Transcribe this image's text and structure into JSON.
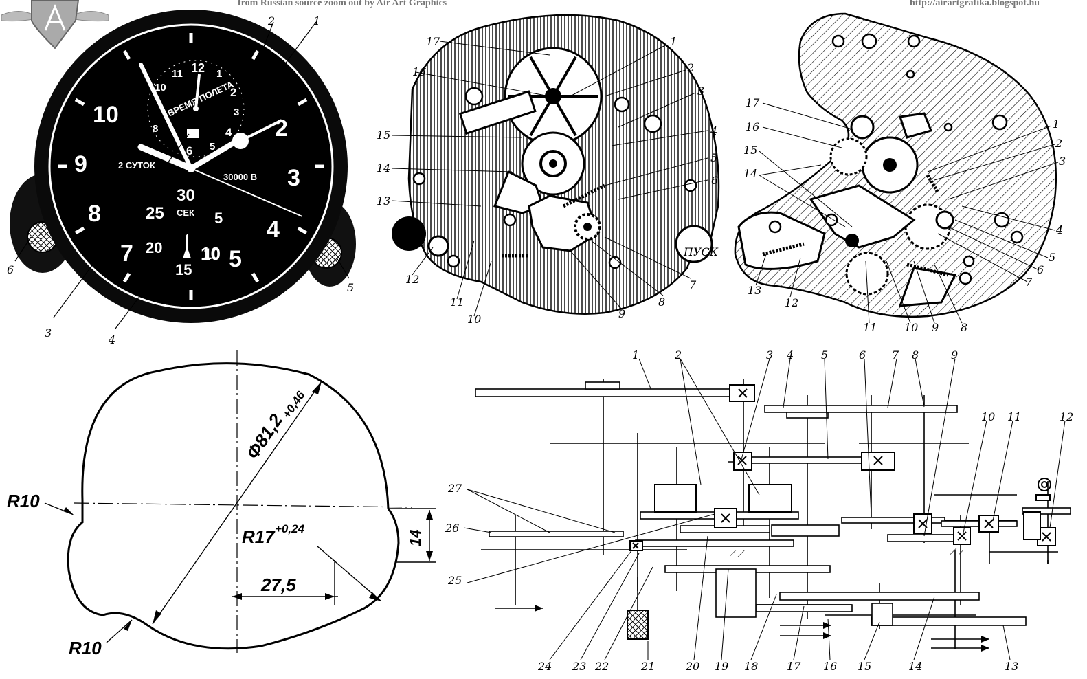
{
  "header": {
    "source_note": "from Russian source zoom out by Air Art Graphics",
    "url": "http://airartgrafika.blogspot.hu"
  },
  "clock_face": {
    "hour_numerals": [
      "9",
      "10",
      "2",
      "3",
      "4",
      "8",
      "7"
    ],
    "big_hand_values": [
      "10",
      "5"
    ],
    "top_subdial_numerals": [
      "12",
      "11",
      "10",
      "1",
      "2",
      "3",
      "4",
      "5",
      "6",
      "8"
    ],
    "top_subdial_caption": "ВРЕМЯ ПОЛЕТА",
    "days_caption": "2 СУТОК",
    "odometer": "30000 В",
    "bottom_subdial_numerals": [
      "30",
      "25",
      "5",
      "20",
      "10",
      "15"
    ],
    "bottom_subdial_caption": "СЕК",
    "callouts": [
      "1",
      "2",
      "3",
      "4",
      "5",
      "6"
    ]
  },
  "mechanism_front": {
    "callouts": [
      "1",
      "2",
      "3",
      "4",
      "5",
      "6",
      "7",
      "8",
      "9",
      "10",
      "11",
      "12",
      "13",
      "14",
      "15",
      "16",
      "17"
    ],
    "button_label": "ПУСК"
  },
  "mechanism_back": {
    "callouts": [
      "1",
      "2",
      "3",
      "4",
      "5",
      "6",
      "7",
      "8",
      "9",
      "10",
      "11",
      "12",
      "13",
      "14",
      "15",
      "16",
      "17"
    ]
  },
  "outline_drawing": {
    "diameter_label": "Φ81,2",
    "diameter_tol": "+0,46",
    "radius_main": "R17",
    "radius_main_tol": "+0,24",
    "radius_left": "R10",
    "radius_bottom": "R10",
    "dim_width": "27,5",
    "dim_height": "14"
  },
  "kinematic_scheme": {
    "callouts": [
      "1",
      "2",
      "3",
      "4",
      "5",
      "6",
      "7",
      "8",
      "9",
      "10",
      "11",
      "12",
      "13",
      "14",
      "15",
      "16",
      "17",
      "18",
      "19",
      "20",
      "21",
      "22",
      "23",
      "24",
      "25",
      "26",
      "27"
    ]
  }
}
